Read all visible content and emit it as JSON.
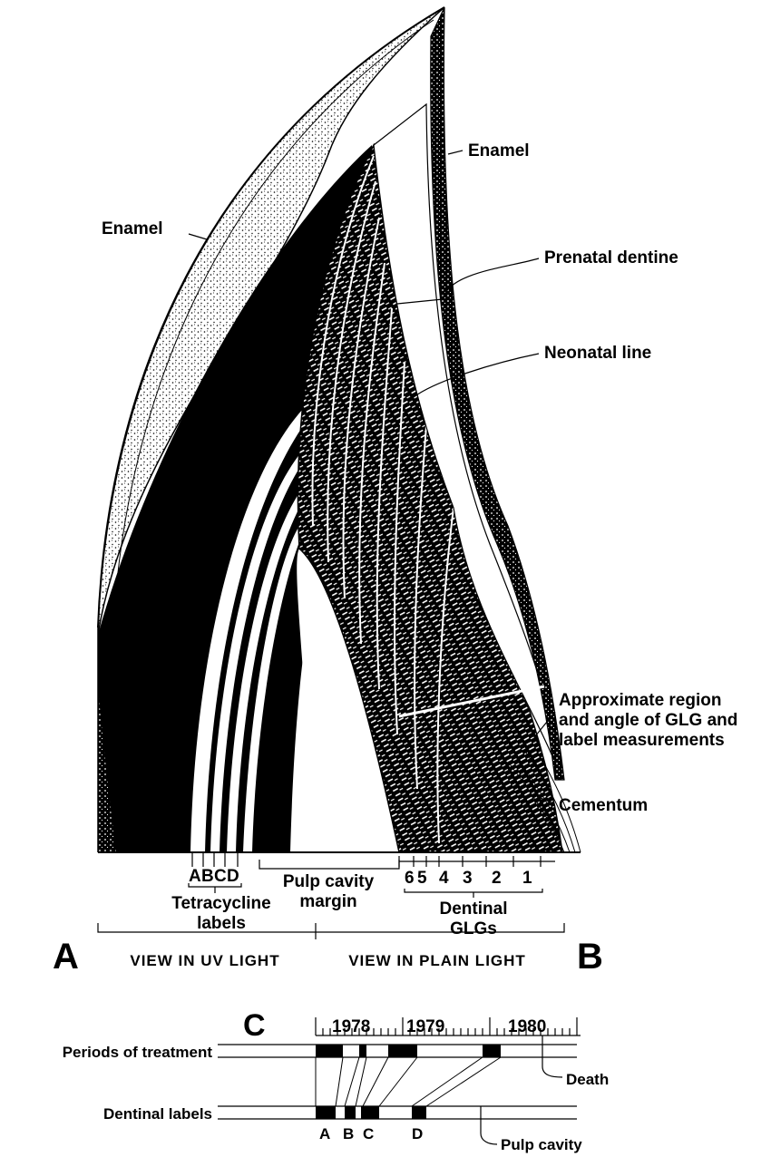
{
  "tooth": {
    "enamel_left": "Enamel",
    "enamel_right": "Enamel",
    "prenatal_dentine": "Prenatal dentine",
    "neonatal_line": "Neonatal line",
    "glg_region": [
      "Approximate region",
      "and angle of GLG and",
      "label measurements"
    ],
    "cementum": "Cementum"
  },
  "scale_labels": {
    "tetracycline_letters": [
      "A",
      "B",
      "C",
      "D"
    ],
    "tetracycline_caption": [
      "Tetracycline",
      "labels"
    ],
    "pulp_margin_caption": [
      "Pulp cavity",
      "margin"
    ],
    "glg_numbers": [
      "6",
      "5",
      "4",
      "3",
      "2",
      "1"
    ],
    "glg_caption": [
      "Dentinal",
      "GLGs"
    ]
  },
  "panels": {
    "a": "A",
    "b": "B",
    "c": "C"
  },
  "views": {
    "uv": "VIEW IN UV LIGHT",
    "plain": "VIEW IN PLAIN LIGHT"
  },
  "timeline": {
    "years": [
      "1978",
      "1979",
      "1980"
    ],
    "row1_label": "Periods of treatment",
    "row2_label": "Dentinal labels",
    "death": "Death",
    "pulp_cavity": "Pulp cavity",
    "label_letters": [
      "A",
      "B",
      "C",
      "D"
    ]
  },
  "colors": {
    "ink": "#000000",
    "paper": "#ffffff",
    "stipple": "#bdbdbd"
  }
}
